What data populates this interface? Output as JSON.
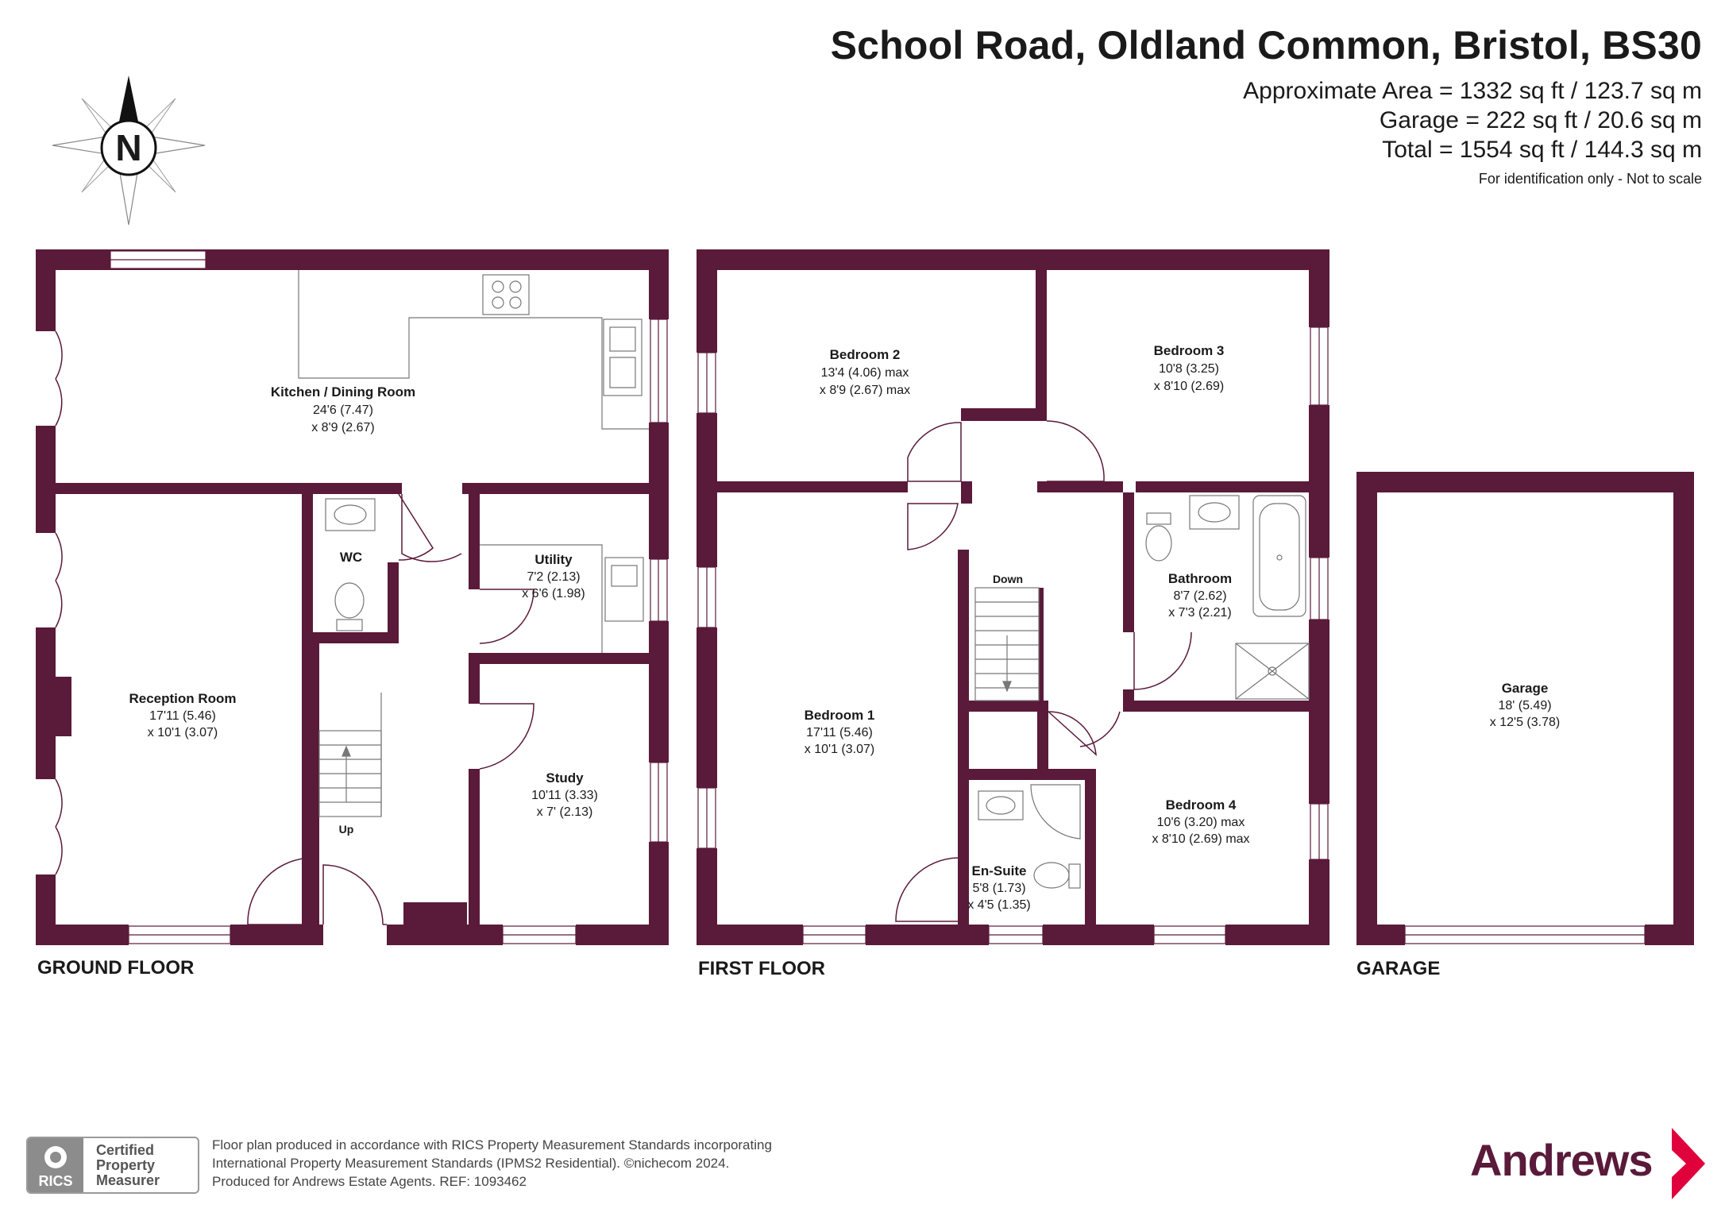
{
  "header": {
    "address": "School Road, Oldland Common, Bristol, BS30",
    "area_lines": [
      "Approximate Area = 1332 sq ft / 123.7 sq m",
      "Garage = 222 sq ft / 20.6 sq m",
      "Total = 1554 sq ft / 144.3 sq m"
    ],
    "disclaimer": "For identification only - Not to scale"
  },
  "compass": {
    "label": "N",
    "icon": "north-compass-icon"
  },
  "colors": {
    "wall": "#5a1a3a",
    "text": "#1a1a1a",
    "brand": "#5a1a3a",
    "brand_accent": "#e0003c"
  },
  "floors": {
    "ground": "GROUND FLOOR",
    "first": "FIRST FLOOR",
    "garage": "GARAGE"
  },
  "rooms": {
    "kitchen": {
      "name": "Kitchen / Dining Room",
      "dim1": "24'6 (7.47)",
      "dim2": "x 8'9 (2.67)"
    },
    "wc": {
      "name": "WC"
    },
    "utility": {
      "name": "Utility",
      "dim1": "7'2 (2.13)",
      "dim2": "x 6'6 (1.98)"
    },
    "reception": {
      "name": "Reception Room",
      "dim1": "17'11 (5.46)",
      "dim2": "x 10'1 (3.07)"
    },
    "study": {
      "name": "Study",
      "dim1": "10'11 (3.33)",
      "dim2": "x 7' (2.13)"
    },
    "bedroom2": {
      "name": "Bedroom 2",
      "dim1": "13'4 (4.06) max",
      "dim2": "x 8'9 (2.67) max"
    },
    "bedroom3": {
      "name": "Bedroom 3",
      "dim1": "10'8 (3.25)",
      "dim2": "x 8'10 (2.69)"
    },
    "bathroom": {
      "name": "Bathroom",
      "dim1": "8'7 (2.62)",
      "dim2": "x 7'3 (2.21)"
    },
    "bedroom1": {
      "name": "Bedroom 1",
      "dim1": "17'11 (5.46)",
      "dim2": "x 10'1 (3.07)"
    },
    "bedroom4": {
      "name": "Bedroom 4",
      "dim1": "10'6 (3.20) max",
      "dim2": "x 8'10 (2.69) max"
    },
    "ensuite": {
      "name": "En-Suite",
      "dim1": "5'8 (1.73)",
      "dim2": "x 4'5 (1.35)"
    },
    "garage": {
      "name": "Garage",
      "dim1": "18' (5.49)",
      "dim2": "x 12'5 (3.78)"
    }
  },
  "stairs": {
    "up": "Up",
    "down": "Down"
  },
  "footer": {
    "rics_word": "RICS",
    "rics_cert": [
      "Certified",
      "Property",
      "Measurer"
    ],
    "lines": [
      "Floor plan produced in accordance with RICS Property Measurement Standards incorporating",
      "International Property Measurement Standards (IPMS2 Residential).   ©nichecom 2024.",
      "Produced for Andrews Estate Agents.   REF:   1093462"
    ],
    "brand": "Andrews"
  }
}
